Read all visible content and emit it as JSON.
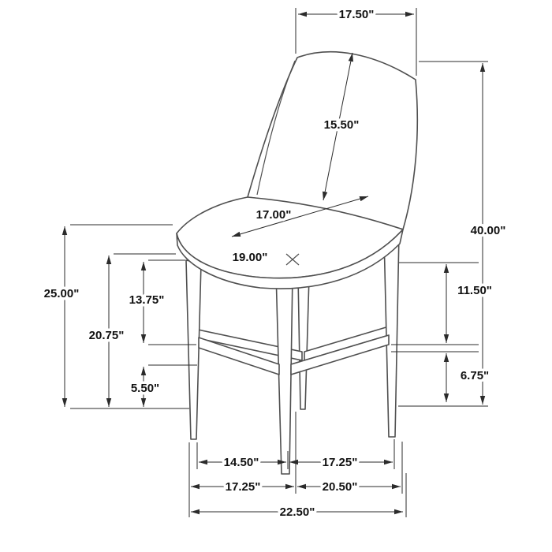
{
  "diagram": {
    "labels": {
      "back_width": "17.50\"",
      "back_height": "15.50\"",
      "seat_depth": "17.00\"",
      "seat_width": "19.00\"",
      "overall_height": "40.00\"",
      "seat_to_footrest": "11.50\"",
      "footrest_to_floor": "6.75\"",
      "seat_height": "25.00\"",
      "floor_to_apron": "20.75\"",
      "apron_to_footrest": "13.75\"",
      "footrest_thickness": "5.50\"",
      "front_leg_span": "14.50\"",
      "side_leg_span": "17.25\"",
      "base_front_width": "17.25\"",
      "base_side_depth": "20.50\"",
      "overall_depth": "22.50\""
    },
    "colors": {
      "line": "#2b2b2b",
      "chair_outline": "#4f4f4f",
      "background": "#ffffff"
    }
  }
}
